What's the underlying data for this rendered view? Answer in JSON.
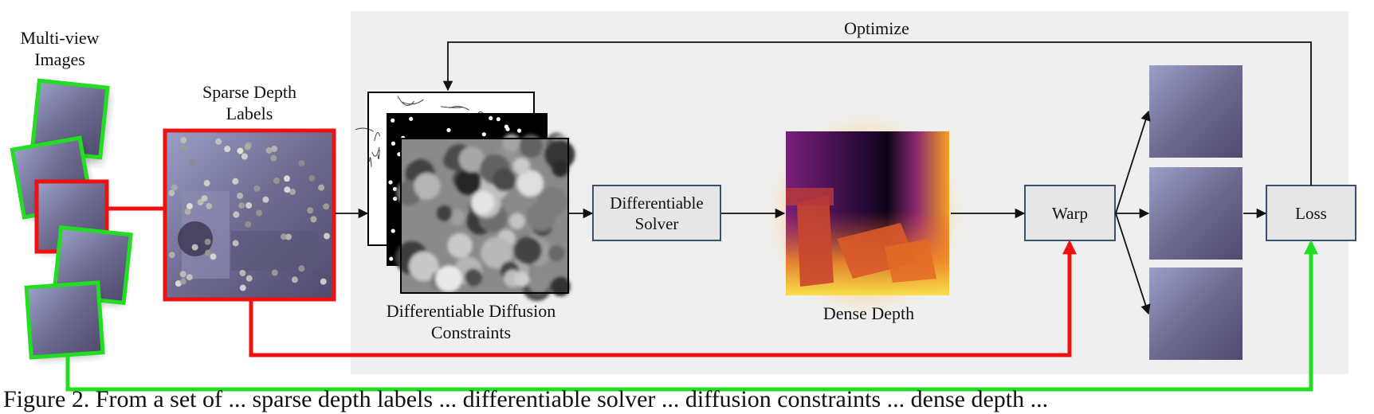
{
  "labels": {
    "multiview": "Multi-view\nImages",
    "sparse": "Sparse Depth\nLabels",
    "constraints": "Differentiable Diffusion\nConstraints",
    "dense": "Dense Depth",
    "optimize": "Optimize"
  },
  "boxes": {
    "solver": "Differentiable\nSolver",
    "warp": "Warp",
    "loss": "Loss"
  },
  "caption": "Figure 2. From a set of ... sparse depth labels ... differentiable solver ... diffusion constraints ... dense depth ...",
  "colors": {
    "green": "#22dd22",
    "red": "#ee1111",
    "panel_bg": "#efefef",
    "box_fill": "#e6e6e6",
    "box_border": "#3b4f73",
    "scene": "#6e6a90"
  }
}
